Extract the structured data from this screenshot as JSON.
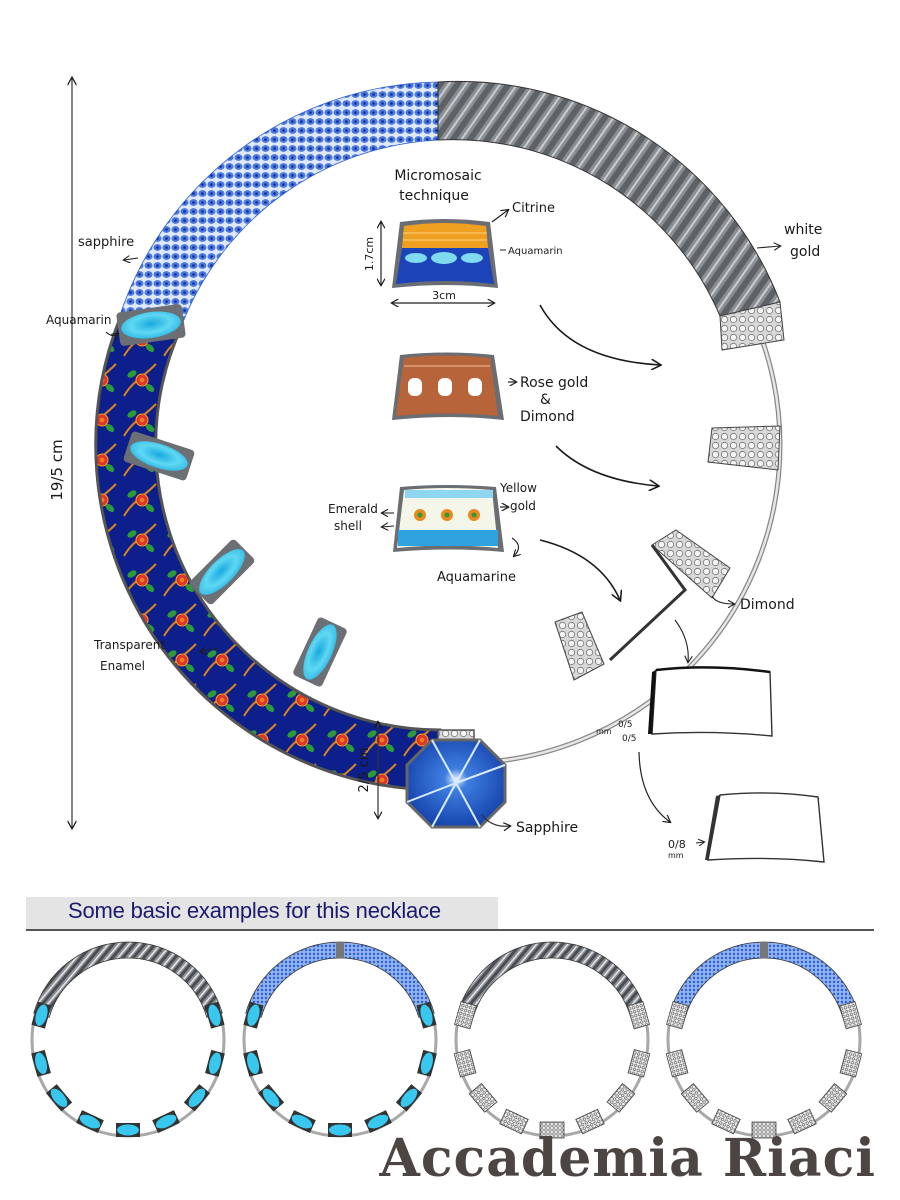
{
  "sketch": {
    "title_line1": "Micromosaic",
    "title_line2": "technique",
    "dimensions": {
      "total_length": "19/5 cm",
      "panel_height": "1.7cm",
      "panel_width": "3cm",
      "pendant_height": "2/5 cm",
      "thickness_a": "0/5",
      "thickness_b": "0/5",
      "thickness_unit": "mm",
      "thickness_c": "0/8",
      "thickness_c_unit": "mm"
    },
    "labels": {
      "sapphire_chain": "sapphire",
      "aquamarin_left": "Aquamarin",
      "white_gold_1": "white",
      "white_gold_2": "gold",
      "citrine": "Citrine",
      "aquamarin_panel": "Aquamarin",
      "rose_gold_1": "Rose gold",
      "rose_gold_2": "&",
      "rose_gold_3": "Dimond",
      "yellow_gold_1": "Yellow",
      "yellow_gold_2": "gold",
      "emerald": "Emerald",
      "shell": "shell",
      "aquamarine_panel3": "Aquamarine",
      "dimond_right": "Dimond",
      "transparent_enamel_1": "Transparent",
      "transparent_enamel_2": "Enamel",
      "sapphire_pendant": "Sapphire"
    },
    "colors": {
      "sapphire": "#2f5fd0",
      "white_gold": "#7a7d82",
      "aquamarine": "#3cc6ec",
      "enamel_blue": "#0c1f8a",
      "enamel_orange": "#d9851a",
      "flower_red": "#e0352a",
      "leaf_green": "#2e9a3a",
      "rose_gold": "#b8643a",
      "citrine": "#f0a020",
      "ink": "#1a1a1a"
    }
  },
  "section": {
    "heading": "Some basic examples for this necklace"
  },
  "examples": [
    {
      "name": "white-gold-aquamarine",
      "chain": "white gold",
      "stones": "aquamarine"
    },
    {
      "name": "sapphire-aquamarine",
      "chain": "sapphire",
      "stones": "aquamarine"
    },
    {
      "name": "white-gold-diamond",
      "chain": "white gold",
      "stones": "diamond"
    },
    {
      "name": "sapphire-diamond",
      "chain": "sapphire",
      "stones": "diamond"
    }
  ],
  "brand": {
    "name": "Accademia Riaci"
  }
}
